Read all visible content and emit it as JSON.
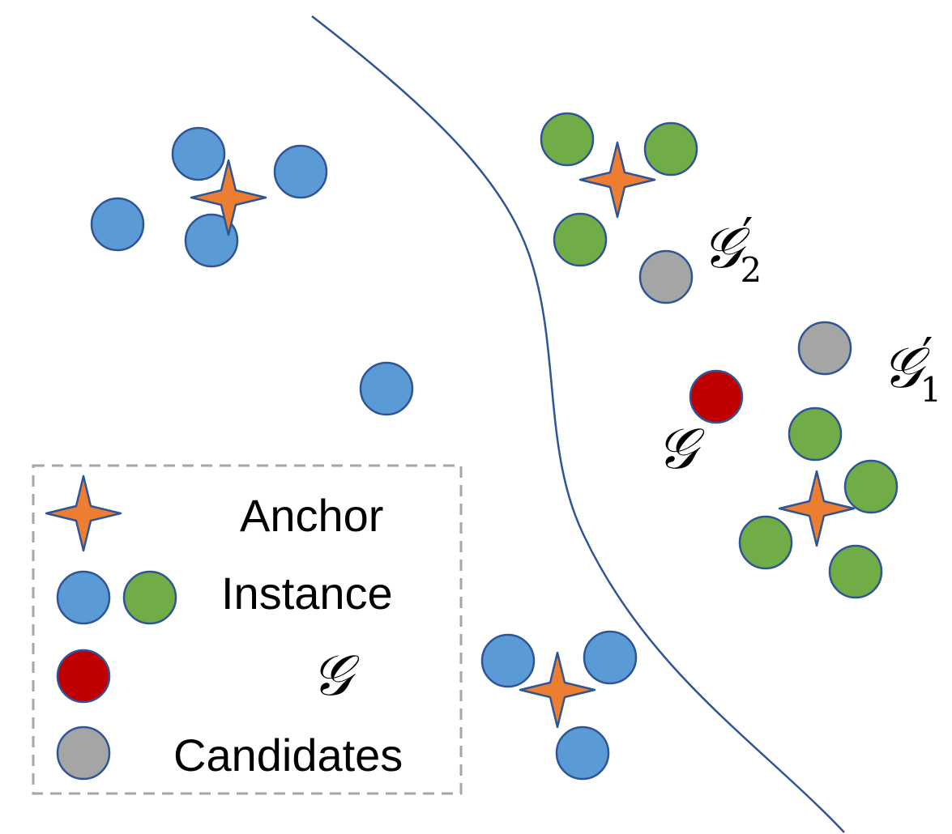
{
  "colors": {
    "blue": "#5b9bd5",
    "green": "#70ad47",
    "red": "#c00000",
    "gray": "#a5a5a5",
    "anchor": "#ed7d31",
    "outline": "#2f5597",
    "curve": "#2f5597",
    "legend_border": "#a6a6a6"
  },
  "icons": {
    "anchor": "four-point-star-icon",
    "instance": "circle-icon",
    "target": "circle-icon",
    "candidate": "circle-icon"
  },
  "labels": {
    "g": "𝒢",
    "g2_base": "𝒢",
    "g2_prime": "′",
    "g2_sub": "2",
    "g1_base": "𝒢",
    "g1_prime": "′",
    "g1_sub": "1"
  },
  "legend": {
    "anchor": "Anchor",
    "instance": "Instance",
    "target": "𝒢",
    "candidates": "Candidates"
  }
}
